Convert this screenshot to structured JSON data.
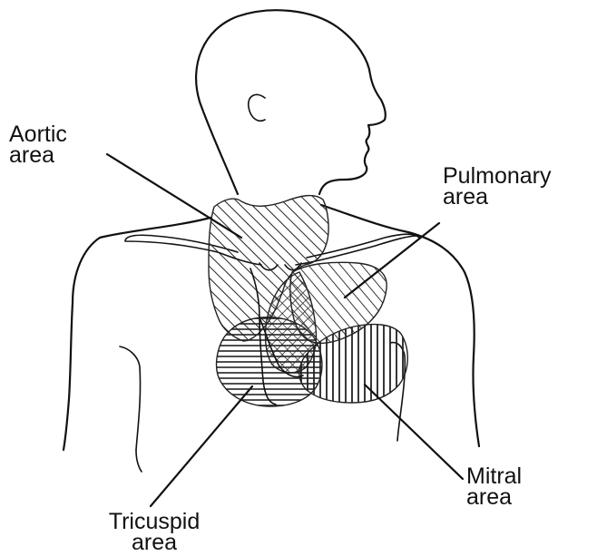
{
  "labels": {
    "aortic": {
      "line1": "Aortic",
      "line2": "area"
    },
    "pulmonary": {
      "line1": "Pulmonary",
      "line2": "area"
    },
    "mitral": {
      "line1": "Mitral",
      "line2": "area"
    },
    "tricuspid": {
      "line1": "Tricuspid",
      "line2": "area"
    }
  },
  "colors": {
    "ink": "#111111",
    "background": "#ffffff"
  }
}
